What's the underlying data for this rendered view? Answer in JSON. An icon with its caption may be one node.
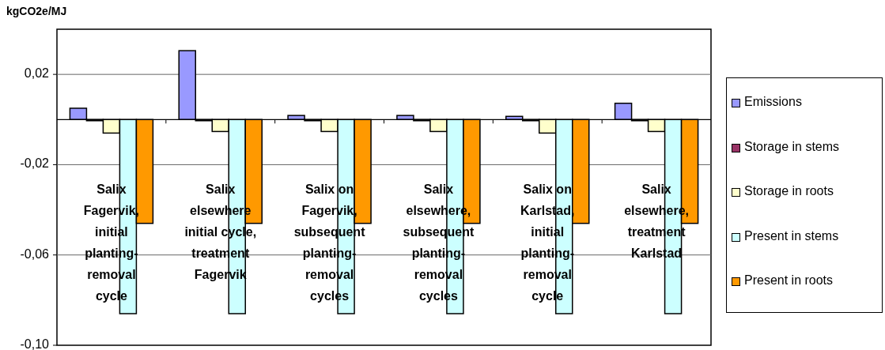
{
  "diagram": {
    "chart_data": {
      "type": "bar",
      "ylabel": "kgCO2e/MJ",
      "grid": true,
      "legend": true,
      "categories": [
        "Salix Fagervik, initial planting-removal cycle",
        "Salix elsewhere initial cycle, treatment Fagervik",
        "Salix on Fagervik, subsequent planting-removal cycles",
        "Salix elsewhere, subsequent planting-removal cycles",
        "Salix on Karlstad, initial planting-removal cycle",
        "Salix elsewhere, treatment Karlstad"
      ],
      "series": [
        {
          "name": "Emissions",
          "color": "#9999ff",
          "values": [
            0.005,
            0.0305,
            0.0018,
            0.0018,
            0.0014,
            0.0072
          ]
        },
        {
          "name": "Storage in stems",
          "color": "#993366",
          "values": [
            -0.0005,
            -0.0005,
            -0.0005,
            -0.0005,
            -0.0005,
            -0.0005
          ]
        },
        {
          "name": "Storage in roots",
          "color": "#ffffcc",
          "values": [
            -0.006,
            -0.0053,
            -0.0053,
            -0.0053,
            -0.006,
            -0.0053
          ]
        },
        {
          "name": "Present in stems",
          "color": "#ccffff",
          "values": [
            -0.086,
            -0.086,
            -0.086,
            -0.086,
            -0.086,
            -0.086
          ]
        },
        {
          "name": "Present in roots",
          "color": "#ff9900",
          "values": [
            -0.046,
            -0.046,
            -0.046,
            -0.046,
            -0.046,
            -0.046
          ]
        }
      ],
      "ylim": [
        -0.1,
        0.04
      ],
      "yticks": [
        {
          "value": 0.02,
          "label": "0,02"
        },
        {
          "value": -0.02,
          "label": "-0,02"
        },
        {
          "value": -0.06,
          "label": "-0,06"
        },
        {
          "value": -0.1,
          "label": "-0,10"
        }
      ]
    }
  }
}
